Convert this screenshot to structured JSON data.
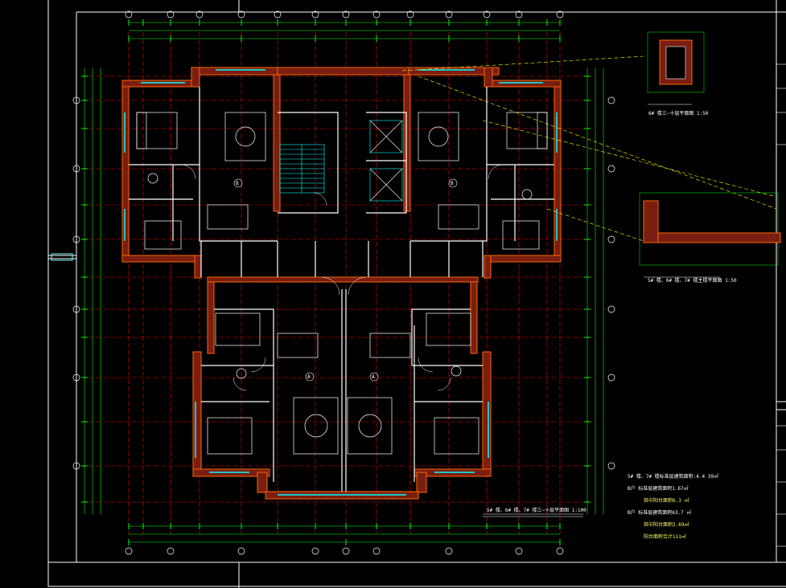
{
  "colors": {
    "background": "#000000",
    "frame": "#ffffff",
    "wall": "#ff6600",
    "wall_fill": "#7a1e12",
    "axis": "#ff0000",
    "dimension": "#00ff00",
    "furniture": "#ffffff",
    "glass": "#00ffff",
    "text": "#ffffff",
    "note_text": "#ffff66",
    "leader": "#ffff00"
  },
  "rooms": {
    "unit_b_left": "B",
    "unit_b_right": "B",
    "unit_a_left": "A",
    "unit_a_right": "A"
  },
  "notes": {
    "area_line1": "5# 楼、7# 楼标准层建筑面积:4.4 39㎡",
    "area_line2": "B户 标准层建筑面积1.67㎡",
    "area_line3": "其中阳台面积6.3 ㎡",
    "area_line4": "B户 标准层建筑面积63.7 ㎡",
    "area_line5": "其中阳台面积2.69㎡",
    "area_line6": "阳台面积合计111㎡"
  },
  "titles": {
    "main_plan": "5# 楼、6# 楼、7# 楼三~十层平面图   1:100",
    "detail_top": "6# 楼三~十层平面图   1:50",
    "detail_right": "5# 楼、6# 楼、7# 楼主楼平面图   1:50"
  }
}
